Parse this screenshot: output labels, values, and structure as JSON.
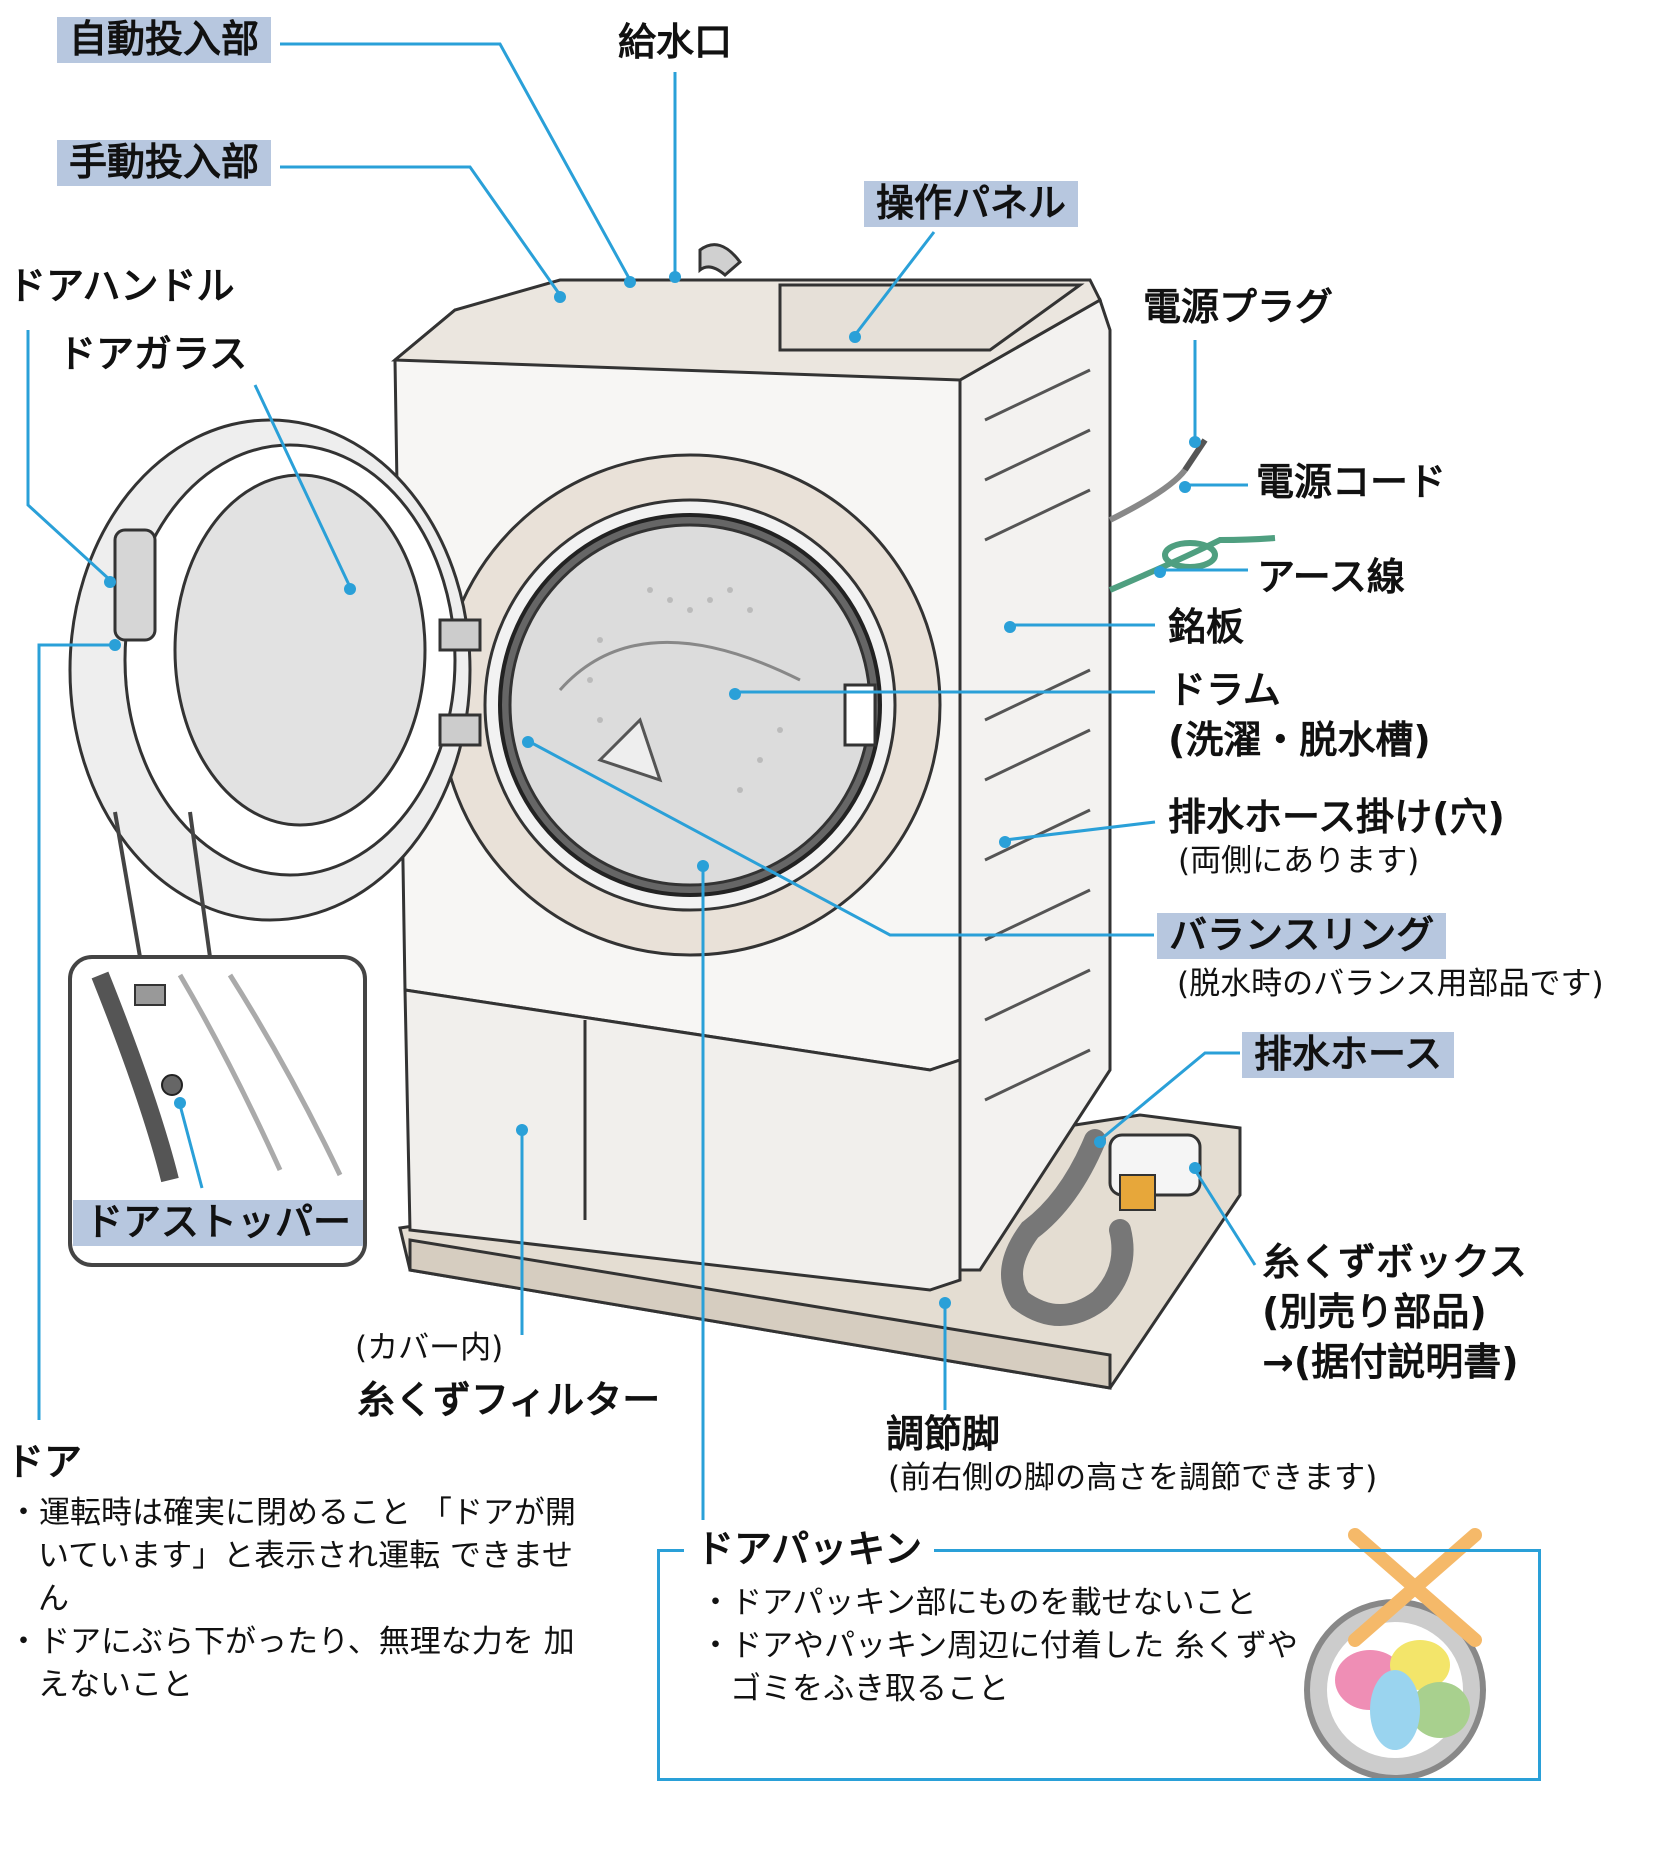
{
  "labels": {
    "auto_dispenser": "自動投入部",
    "manual_dispenser": "手動投入部",
    "water_inlet": "給水口",
    "control_panel": "操作パネル",
    "door_handle": "ドアハンドル",
    "door_glass": "ドアガラス",
    "power_plug": "電源プラグ",
    "power_cord": "電源コード",
    "earth_wire": "アース線",
    "nameplate": "銘板",
    "drum": "ドラム",
    "drum_sub": "(洗濯・脱水槽)",
    "hose_hook": "排水ホース掛け(穴)",
    "hose_hook_sub": "(両側にあります)",
    "balance_ring": "バランスリング",
    "balance_ring_sub": "(脱水時のバランス用部品です)",
    "drain_hose": "排水ホース",
    "lint_box_1": "糸くずボックス",
    "lint_box_2": "(別売り部品)",
    "lint_box_3": "→(据付説明書)",
    "door_stopper": "ドアストッパー",
    "filter_sub": "(カバー内)",
    "filter": "糸くずフィルター",
    "adjust_leg": "調節脚",
    "adjust_leg_sub": "(前右側の脚の高さを調節できます)",
    "door": "ドア"
  },
  "door_notes": [
    "・運転時は確実に閉めること 「ドアが開いています」と表示され運転 できません",
    "・ドアにぶら下がったり、無理な力を 加えないこと"
  ],
  "gasket": {
    "title": "ドアパッキン",
    "notes": [
      "・ドアパッキン部にものを載せないこと",
      "・ドアやパッキン周辺に付着した 糸くずやゴミをふき取ること"
    ]
  },
  "colors": {
    "leader": "#2aa0d8",
    "highlight": "#b7c7df",
    "cross": "#f5b969",
    "outline": "#333333",
    "body_fill": "#f3f2f0",
    "base_fill": "#e4ddd2"
  }
}
